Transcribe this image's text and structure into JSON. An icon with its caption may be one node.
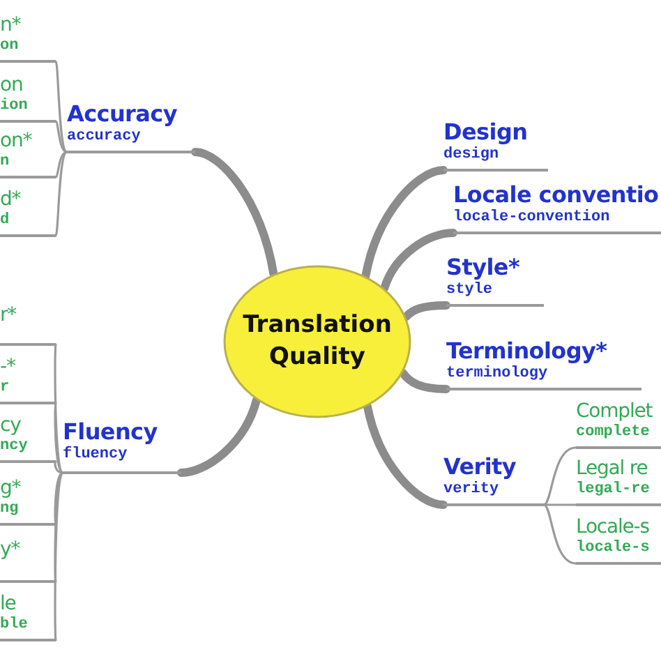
{
  "diagram": {
    "nodes": [
      {
        "text": [
          "Translation Quality"
        ]
      },
      {
        "text": [
          "Accuracy",
          "accuracy"
        ]
      },
      {
        "text": [
          "n*",
          "on"
        ]
      },
      {
        "text": [
          "on",
          "ion"
        ]
      },
      {
        "text": [
          "on*",
          "n"
        ]
      },
      {
        "text": [
          "d*",
          "d"
        ]
      },
      {
        "text": [
          "Fluency",
          "fluency"
        ]
      },
      {
        "text": [
          "r*"
        ]
      },
      {
        "text": [
          "-*",
          "r"
        ]
      },
      {
        "text": [
          "cy",
          "ncy"
        ]
      },
      {
        "text": [
          "g*",
          "ng"
        ]
      },
      {
        "text": [
          "y*"
        ]
      },
      {
        "text": [
          "le",
          "ble"
        ]
      },
      {
        "text": [
          "Design",
          "design"
        ]
      },
      {
        "text": [
          "Locale conventio",
          "locale-convention"
        ]
      },
      {
        "text": [
          "Style*",
          "style"
        ]
      },
      {
        "text": [
          "Terminology*",
          "terminology"
        ]
      },
      {
        "text": [
          "Verity",
          "verity"
        ]
      },
      {
        "text": [
          "Complet",
          "complete"
        ]
      },
      {
        "text": [
          "Legal re",
          "legal-re"
        ]
      },
      {
        "text": [
          "Locale-s",
          "locale-s"
        ]
      }
    ],
    "edges": [
      {
        "from": 0,
        "to": 1,
        "arrow": "none",
        "style": "thick"
      },
      {
        "from": 1,
        "to": 2,
        "arrow": "none"
      },
      {
        "from": 1,
        "to": 3,
        "arrow": "none"
      },
      {
        "from": 1,
        "to": 4,
        "arrow": "none"
      },
      {
        "from": 1,
        "to": 5,
        "arrow": "none"
      },
      {
        "from": 0,
        "to": 6,
        "arrow": "none",
        "style": "thick"
      },
      {
        "from": 6,
        "to": 7,
        "arrow": "none"
      },
      {
        "from": 6,
        "to": 8,
        "arrow": "none"
      },
      {
        "from": 6,
        "to": 9,
        "arrow": "none"
      },
      {
        "from": 6,
        "to": 10,
        "arrow": "none"
      },
      {
        "from": 6,
        "to": 11,
        "arrow": "none"
      },
      {
        "from": 6,
        "to": 12,
        "arrow": "none"
      },
      {
        "from": 0,
        "to": 13,
        "arrow": "none",
        "style": "thick"
      },
      {
        "from": 0,
        "to": 14,
        "arrow": "none",
        "style": "thick"
      },
      {
        "from": 0,
        "to": 15,
        "arrow": "none",
        "style": "thick"
      },
      {
        "from": 0,
        "to": 16,
        "arrow": "none",
        "style": "thick"
      },
      {
        "from": 0,
        "to": 17,
        "arrow": "none",
        "style": "thick"
      },
      {
        "from": 17,
        "to": 18,
        "arrow": "none"
      },
      {
        "from": 17,
        "to": 19,
        "arrow": "none"
      },
      {
        "from": 17,
        "to": 20,
        "arrow": "none"
      }
    ]
  }
}
